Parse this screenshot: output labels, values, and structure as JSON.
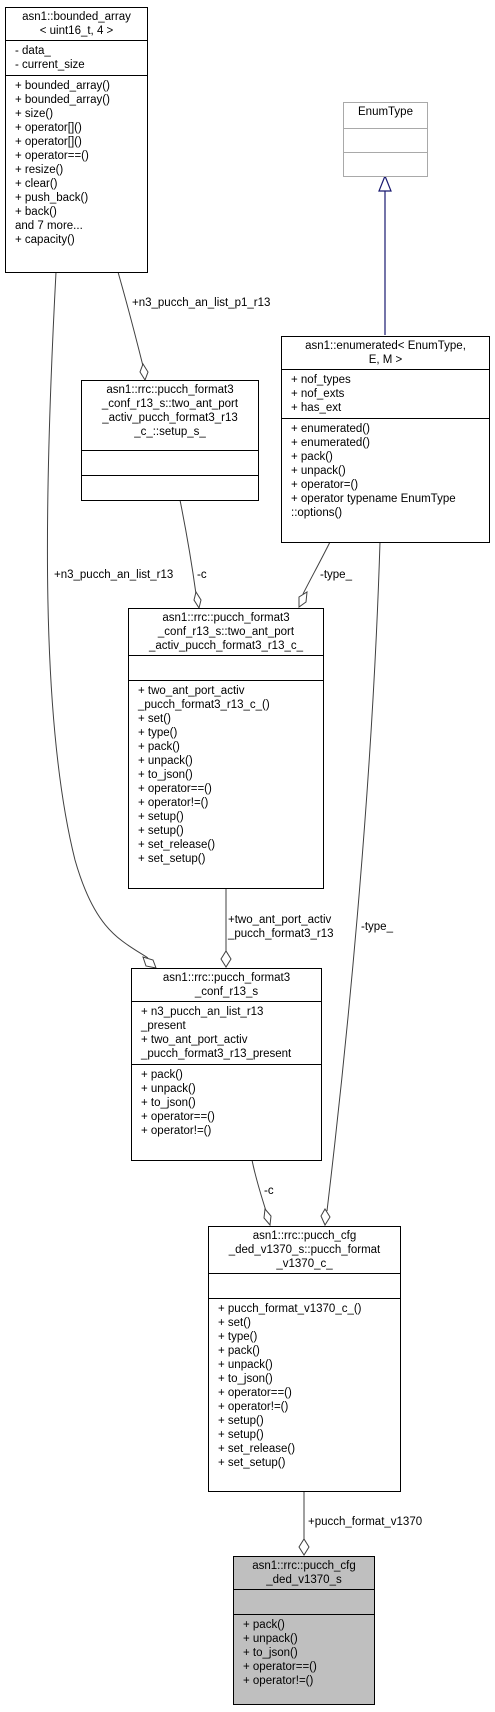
{
  "classes": {
    "bounded_array": {
      "title": "asn1::bounded_array\n< uint16_t, 4 >",
      "attributes": [
        "- data_",
        "- current_size"
      ],
      "methods": [
        "+ bounded_array()",
        "+ bounded_array()",
        "+ size()",
        "+ operator[]()",
        "+ operator[]()",
        "+ operator==()",
        "+ resize()",
        "+ clear()",
        "+ push_back()",
        "+ back()",
        "and 7 more...",
        "+ capacity()"
      ]
    },
    "enumtype": {
      "title": "EnumType",
      "attributes": [],
      "methods": []
    },
    "enumerated": {
      "title": "asn1::enumerated< EnumType,\nE, M >",
      "attributes": [
        "+ nof_types",
        "+ nof_exts",
        "+ has_ext"
      ],
      "methods": [
        "+ enumerated()",
        "+ enumerated()",
        "+ pack()",
        "+ unpack()",
        "+ operator=()",
        "+ operator typename EnumType\n::options()"
      ]
    },
    "setup_s": {
      "title": "asn1::rrc::pucch_format3\n_conf_r13_s::two_ant_port\n_activ_pucch_format3_r13\n_c_::setup_s_",
      "attributes": [],
      "methods": []
    },
    "two_ant_c": {
      "title": "asn1::rrc::pucch_format3\n_conf_r13_s::two_ant_port\n_activ_pucch_format3_r13_c_",
      "attributes": [],
      "methods": [
        "+ two_ant_port_activ\n_pucch_format3_r13_c_()",
        "+ set()",
        "+ type()",
        "+ pack()",
        "+ unpack()",
        "+ to_json()",
        "+ operator==()",
        "+ operator!=()",
        "+ setup()",
        "+ setup()",
        "+ set_release()",
        "+ set_setup()"
      ]
    },
    "format3_conf": {
      "title": "asn1::rrc::pucch_format3\n_conf_r13_s",
      "attributes": [
        "+ n3_pucch_an_list_r13\n_present",
        "+ two_ant_port_activ\n_pucch_format3_r13_present"
      ],
      "methods": [
        "+ pack()",
        "+ unpack()",
        "+ to_json()",
        "+ operator==()",
        "+ operator!=()"
      ]
    },
    "format_v1370_c": {
      "title": "asn1::rrc::pucch_cfg\n_ded_v1370_s::pucch_format\n_v1370_c_",
      "attributes": [],
      "methods": [
        "+ pucch_format_v1370_c_()",
        "+ set()",
        "+ type()",
        "+ pack()",
        "+ unpack()",
        "+ to_json()",
        "+ operator==()",
        "+ operator!=()",
        "+ setup()",
        "+ setup()",
        "+ set_release()",
        "+ set_setup()"
      ]
    },
    "cfg_ded_v1370": {
      "title": "asn1::rrc::pucch_cfg\n_ded_v1370_s",
      "attributes": [],
      "methods": [
        "+ pack()",
        "+ unpack()",
        "+ to_json()",
        "+ operator==()",
        "+ operator!=()"
      ]
    }
  },
  "edge_labels": {
    "n3_p1": "+n3_pucch_an_list_p1_r13",
    "n3_list": "+n3_pucch_an_list_r13",
    "c_setup": "-c",
    "type_enum": "-type_",
    "two_ant": "+two_ant_port_activ\n_pucch_format3_r13",
    "type_v1370": "-type_",
    "c_conf": "-c",
    "pucch_format": "+pucch_format_v1370"
  },
  "colors": {
    "inheritance_edge": "#191970",
    "association_edge": "#404040",
    "focus_fill": "#bfbfbf",
    "template_border": "#a9a9a9"
  }
}
